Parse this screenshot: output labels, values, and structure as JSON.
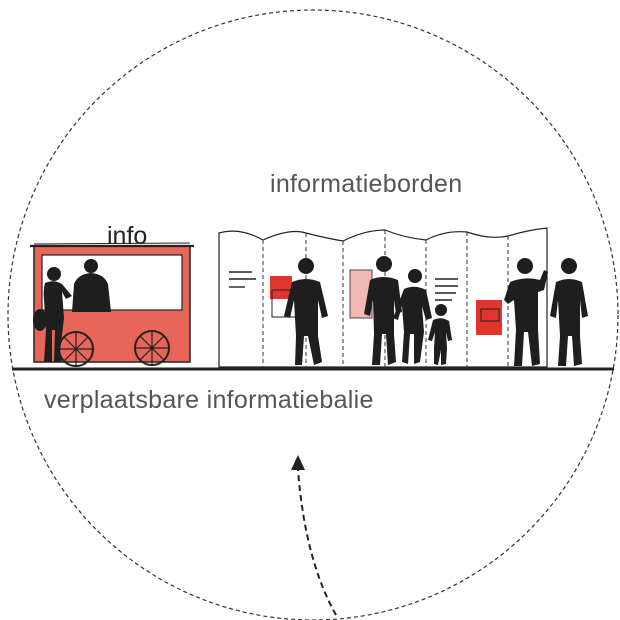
{
  "labels": {
    "boards": "informatieborden",
    "info_sign": "info",
    "mobile_desk": "verplaatsbare informatiebalie"
  },
  "colors": {
    "accent_red": "#e8655a",
    "accent_red_strong": "#e0362f",
    "accent_red_light": "#f2b8b4",
    "silhouette": "#1e1e1e",
    "line": "#222222"
  },
  "icons": {
    "cart": "info-cart",
    "people": "person-silhouette",
    "arrow": "dashed-arrow-up"
  }
}
